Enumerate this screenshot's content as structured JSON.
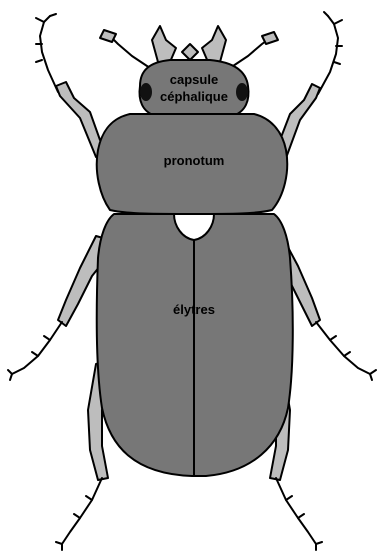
{
  "labels": {
    "capsule_line1": "capsule",
    "capsule_line2": "céphalique",
    "pronotum": "pronotum",
    "elytres": "élytres"
  },
  "colors": {
    "background": "#ffffff",
    "body_fill": "#777777",
    "leg_fill": "#bdbdbd",
    "outline": "#000000",
    "scutellum": "#ffffff"
  },
  "parts": [
    "capsule céphalique",
    "pronotum",
    "élytres",
    "mandibules",
    "antennes",
    "pattes"
  ]
}
